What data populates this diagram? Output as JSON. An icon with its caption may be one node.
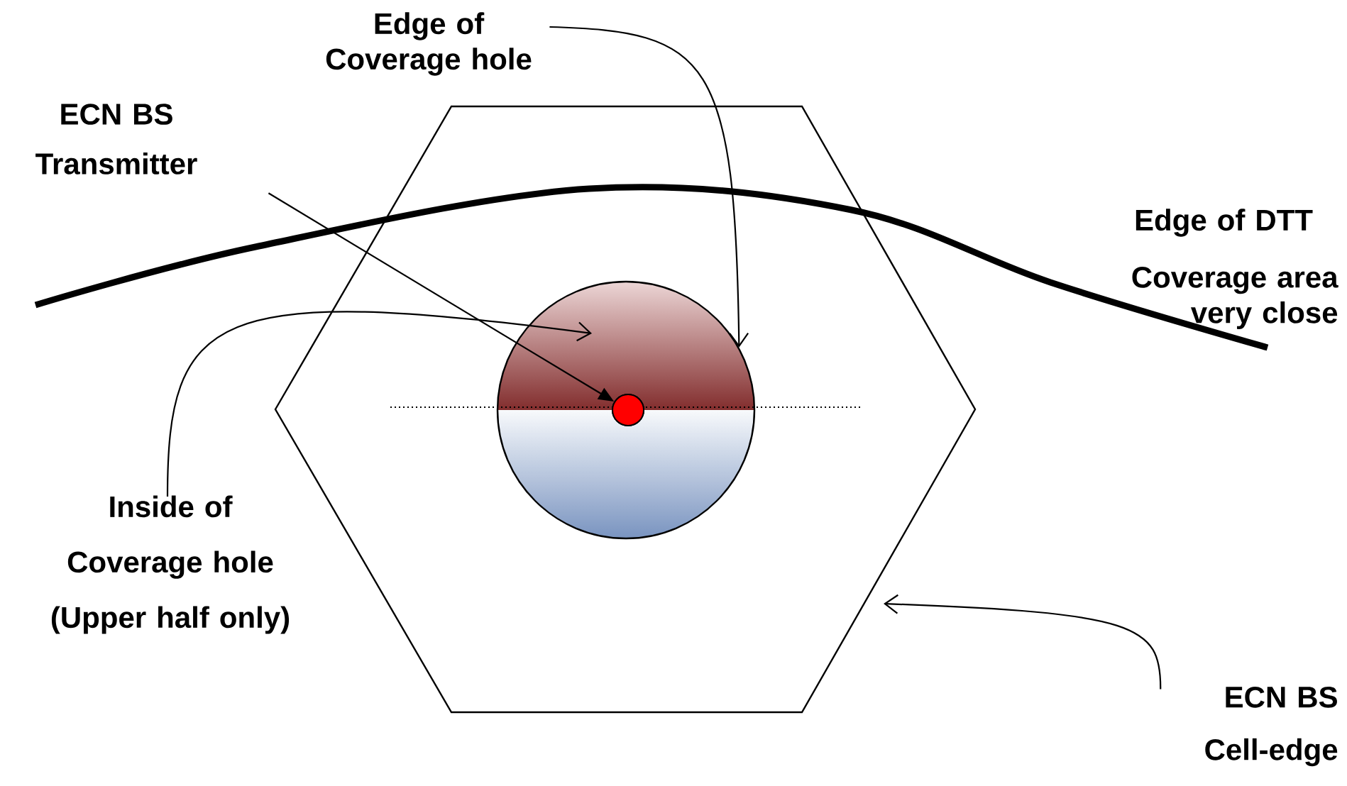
{
  "diagram": {
    "nodes": [
      {
        "text": [
          "Edge of Coverage hole"
        ]
      },
      {
        "text": [
          "ECN BS",
          "Transmitter"
        ]
      },
      {
        "text": [],
        "shape": "hexagon"
      },
      {
        "text": [],
        "shape": "circle",
        "in": 2
      },
      {
        "text": [],
        "shape": "circle",
        "in": 3
      },
      {
        "text": [
          "Inside of",
          "Coverage hole",
          "(Upper half only)"
        ]
      },
      {
        "text": [
          "ECN BS",
          "Cell-edge"
        ]
      }
    ],
    "edges": [
      {
        "from": 1,
        "to": 4,
        "arrow": "to"
      },
      {
        "from": 0,
        "to": 3,
        "arrow": "to"
      },
      {
        "from": 5,
        "to": 3,
        "arrow": "to"
      },
      {
        "from": 6,
        "to": 2,
        "arrow": "to"
      }
    ],
    "labels": [
      "Edge of DTT",
      "Coverage area very close"
    ]
  }
}
